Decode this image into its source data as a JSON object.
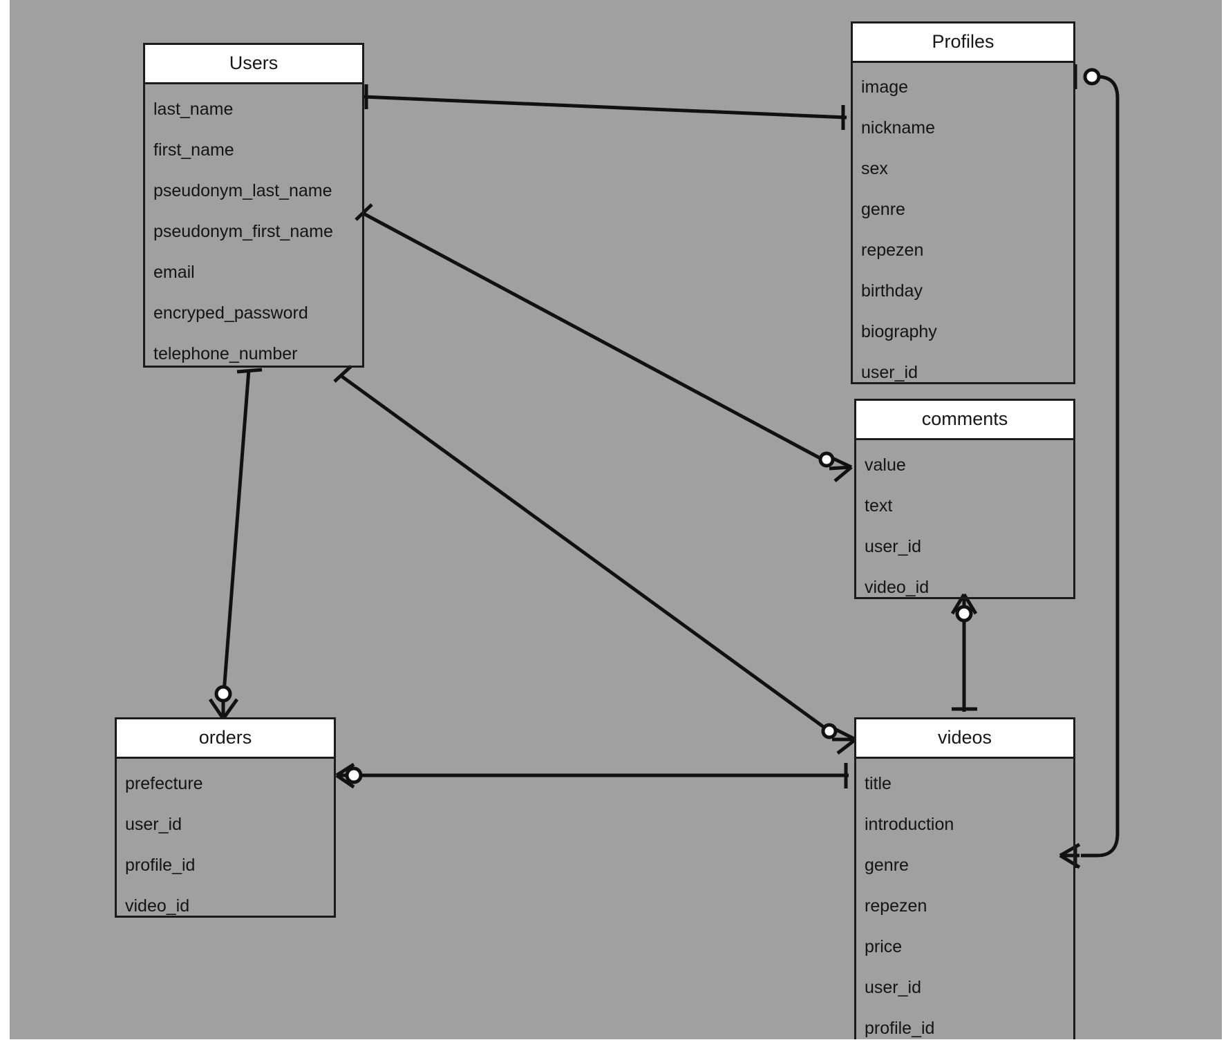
{
  "diagram": {
    "type": "entity-relationship-diagram",
    "notation": "crows-foot",
    "background_color": "#a0a0a0",
    "line_color": "#111111",
    "header_fill": "#ffffff"
  },
  "entities": [
    {
      "id": "users",
      "name": "Users",
      "attributes": [
        "last_name",
        "first_name",
        "pseudonym_last_name",
        "pseudonym_first_name",
        "email",
        "encryped_password",
        "telephone_number"
      ]
    },
    {
      "id": "profiles",
      "name": "Profiles",
      "attributes": [
        "image",
        "nickname",
        "sex",
        "genre",
        "repezen",
        "birthday",
        "biography",
        "user_id"
      ]
    },
    {
      "id": "comments",
      "name": "comments",
      "attributes": [
        "value",
        "text",
        "user_id",
        "video_id"
      ]
    },
    {
      "id": "orders",
      "name": "orders",
      "attributes": [
        "prefecture",
        "user_id",
        "profile_id",
        "video_id"
      ]
    },
    {
      "id": "videos",
      "name": "videos",
      "attributes": [
        "title",
        "introduction",
        "genre",
        "repezen",
        "price",
        "user_id",
        "profile_id"
      ]
    }
  ],
  "relationships": [
    {
      "id": "users-profiles",
      "from_entity": "Users",
      "from_attribute": "last_name",
      "from_cardinality": "exactly-one",
      "to_entity": "Profiles",
      "to_attribute": "nickname",
      "to_cardinality": "exactly-one"
    },
    {
      "id": "users-comments",
      "from_entity": "Users",
      "from_attribute": "pseudonym_first_name",
      "from_cardinality": "exactly-one",
      "to_entity": "comments",
      "to_attribute": "value",
      "to_cardinality": "zero-or-many"
    },
    {
      "id": "users-orders",
      "from_entity": "Users",
      "from_attribute": "telephone_number",
      "from_cardinality": "exactly-one",
      "to_entity": "orders",
      "to_attribute": "orders",
      "to_cardinality": "zero-or-many"
    },
    {
      "id": "users-videos",
      "from_entity": "Users",
      "from_attribute": "telephone_number",
      "from_cardinality": "exactly-one",
      "to_entity": "videos",
      "to_attribute": "videos",
      "to_cardinality": "zero-or-many"
    },
    {
      "id": "orders-videos",
      "from_entity": "orders",
      "from_attribute": "prefecture",
      "from_cardinality": "zero-or-many",
      "to_entity": "videos",
      "to_attribute": "title",
      "to_cardinality": "exactly-one"
    },
    {
      "id": "comments-videos",
      "from_entity": "comments",
      "from_attribute": "video_id",
      "from_cardinality": "zero-or-many",
      "to_entity": "videos",
      "to_attribute": "videos",
      "to_cardinality": "exactly-one"
    },
    {
      "id": "profiles-videos",
      "from_entity": "Profiles",
      "from_attribute": "image",
      "from_cardinality": "exactly-one-optional",
      "to_entity": "videos",
      "to_attribute": "genre",
      "to_cardinality": "one-or-many"
    }
  ]
}
